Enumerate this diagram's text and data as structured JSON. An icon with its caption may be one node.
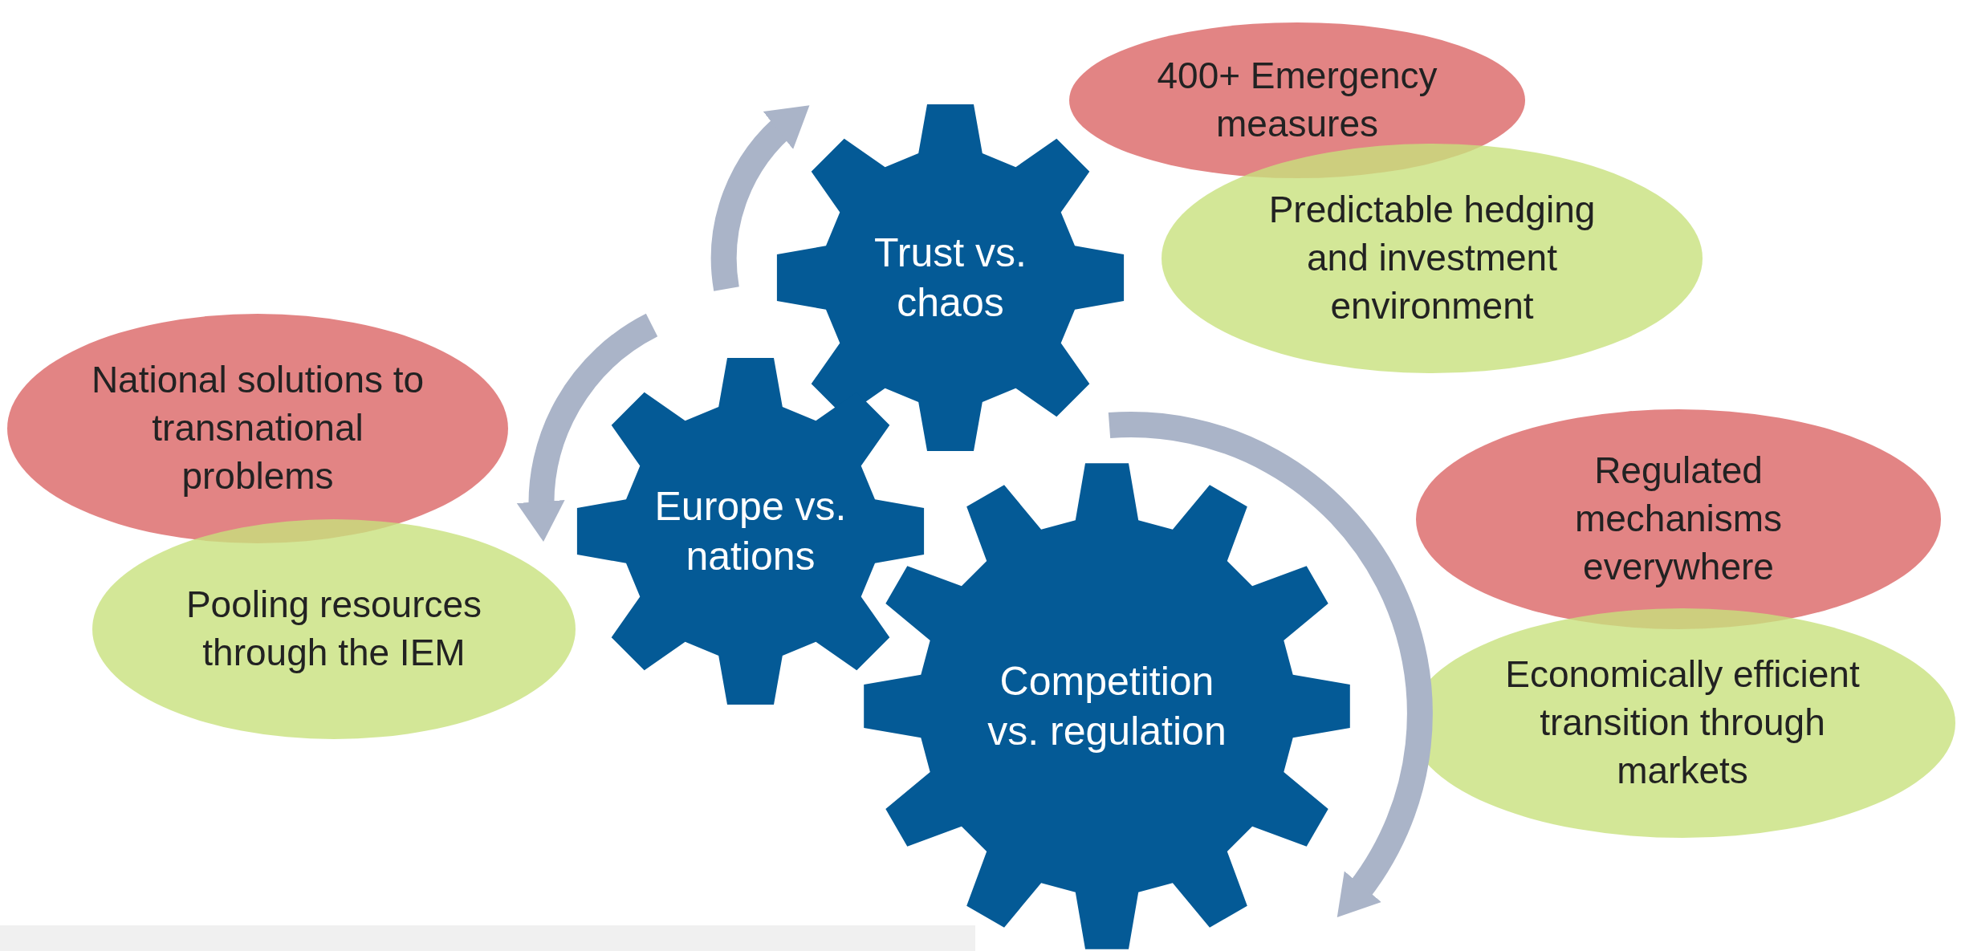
{
  "diagram": {
    "nodes": [
      {
        "text": [
          "400+ Emergency measures"
        ]
      },
      {
        "text": [
          "Trust vs. chaos"
        ]
      },
      {
        "text": [
          "Predictable hedging and investment environment"
        ]
      },
      {
        "text": [
          "National solutions to transnational problems"
        ]
      },
      {
        "text": [
          "Europe vs. nations"
        ]
      },
      {
        "text": [
          "Regulated mechanisms everywhere"
        ]
      },
      {
        "text": [
          "Pooling resources through the IEM"
        ]
      },
      {
        "text": [
          "Competition vs. regulation"
        ]
      },
      {
        "text": [
          "Economically efficient transition through markets"
        ]
      }
    ]
  }
}
